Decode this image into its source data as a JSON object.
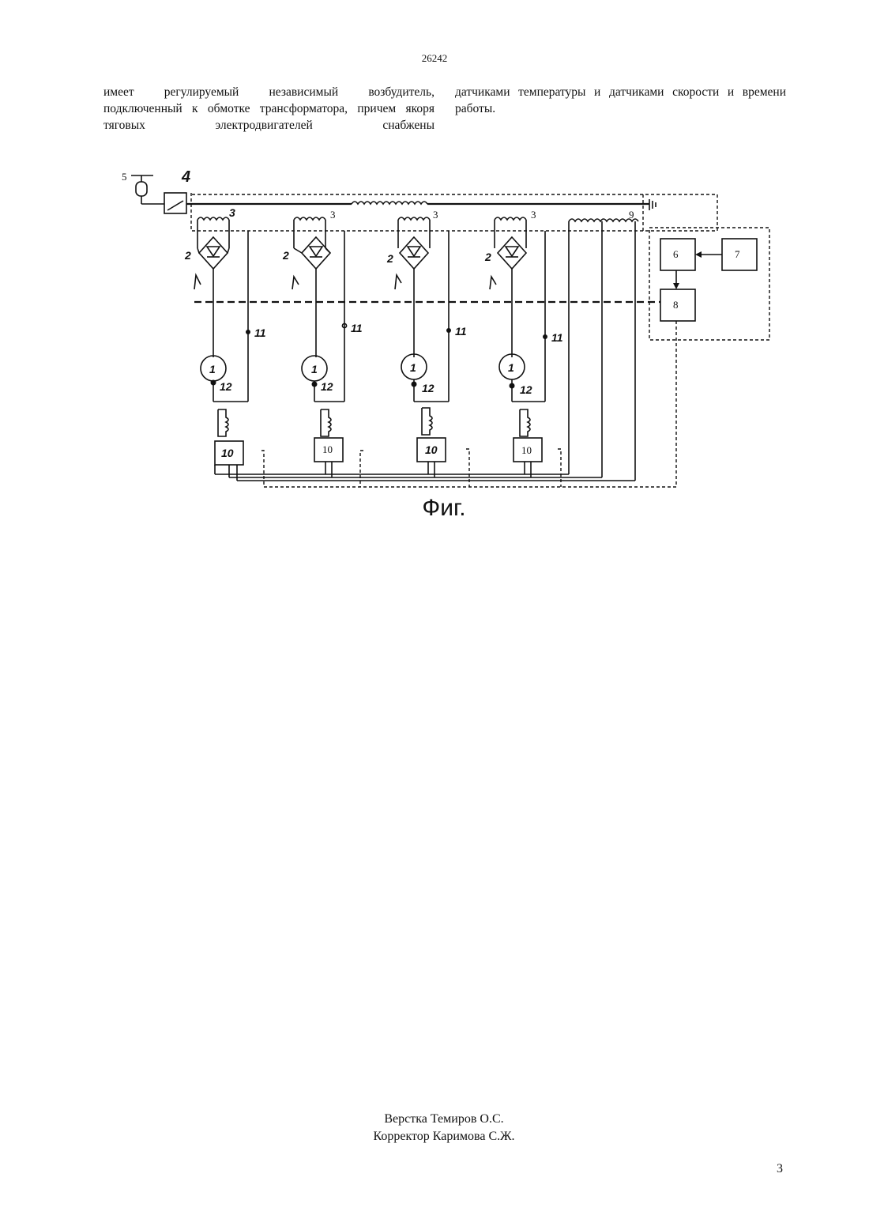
{
  "header": {
    "document_number": "26242"
  },
  "text": {
    "left_column": "имеет регулируемый независимый возбудитель, подключенный к обмотке трансформатора, причем якоря тяговых электродвигателей снабжены",
    "right_column": "датчиками температуры и датчиками скорости и времени работы."
  },
  "figure": {
    "caption": "Фиг.",
    "labels": {
      "pantograph": "5",
      "switch": "4",
      "motor": "1",
      "rectifier": "2",
      "winding": "3",
      "winding_aux": "9",
      "block_6": "6",
      "block_7": "7",
      "block_8": "8",
      "unit_10": "10",
      "sensor_11": "11",
      "sensor_12": "12"
    }
  },
  "footer": {
    "layout_credit": "Верстка Темиров О.С.",
    "proofreader_credit": "Корректор Каримова С.Ж.",
    "page_number": "3"
  }
}
